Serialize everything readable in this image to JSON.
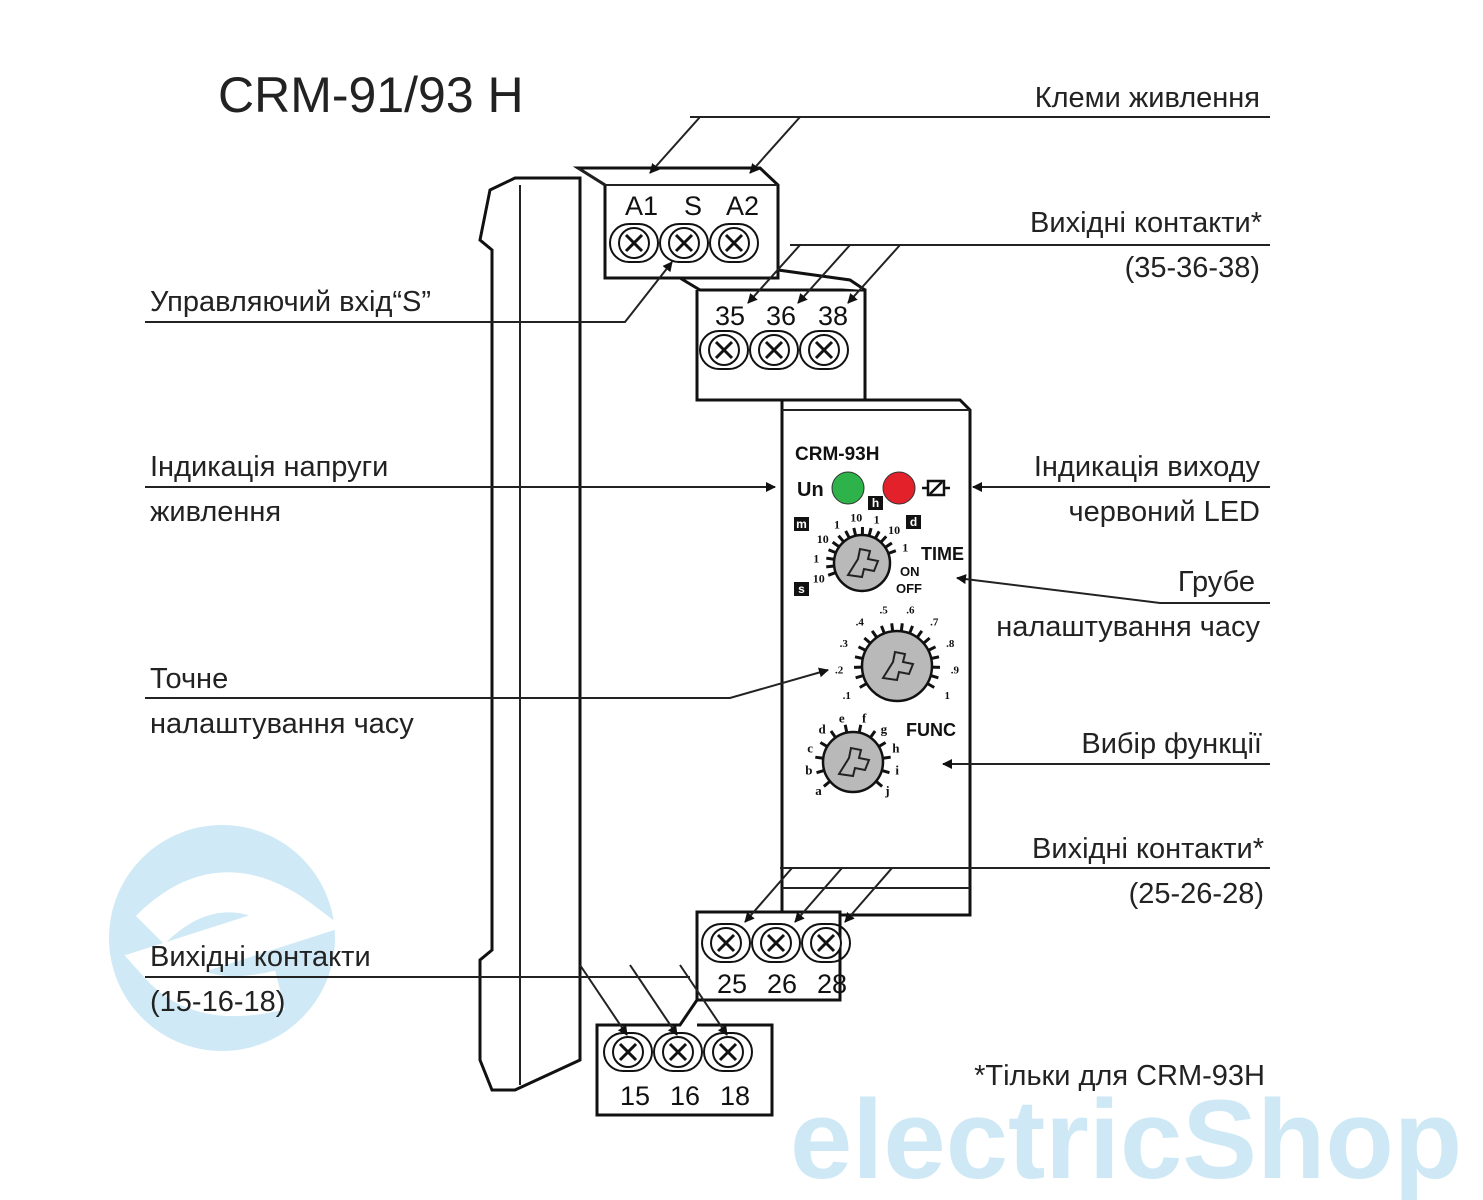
{
  "title": "CRM-91/93 H",
  "labels": {
    "power_terminals": "Клеми живлення",
    "output_contacts_top": "Вихідні контакти*",
    "output_contacts_top_range": "(35-36-38)",
    "control_input": "Управляючий вхід“S”",
    "supply_indication_1": "Індикація напруги",
    "supply_indication_2": "живлення",
    "output_indication_1": "Індикація виходу",
    "output_indication_2": "червоний LED",
    "coarse_time_1": "Грубе",
    "coarse_time_2": "налаштування часу",
    "fine_time_1": "Точне",
    "fine_time_2": "налаштування часу",
    "function_select": "Вибір функції",
    "output_contacts_mid": "Вихідні контакти*",
    "output_contacts_mid_range": "(25-26-28)",
    "output_contacts_bottom": "Вихідні контакти",
    "output_contacts_bottom_range": "(15-16-18)",
    "footnote": "*Тільки для CRM-93H"
  },
  "terminals": {
    "top": [
      "A1",
      "S",
      "A2"
    ],
    "upper": [
      "35",
      "36",
      "38"
    ],
    "middle": [
      "25",
      "26",
      "28"
    ],
    "bottom": [
      "15",
      "16",
      "18"
    ]
  },
  "panel": {
    "model": "CRM-93H",
    "un": "Un",
    "time_label": "TIME",
    "func_label": "FUNC",
    "on": "ON",
    "off": "OFF",
    "units": [
      "m",
      "h",
      "d",
      "s"
    ],
    "coarse_scale": [
      "10",
      "1",
      "10",
      "1",
      "10",
      "1",
      "10",
      "1"
    ],
    "fine_scale": [
      ".1",
      ".2",
      ".3",
      ".4",
      ".5",
      ".6",
      ".7",
      ".8",
      ".9",
      "1"
    ],
    "func_scale": [
      "a",
      "b",
      "c",
      "d",
      "e",
      "f",
      "g",
      "h",
      "i",
      "j"
    ]
  },
  "watermark": "electricShop",
  "colors": {
    "led_green": "#2db34a",
    "led_red": "#e3212b",
    "knob": "#b9b9b9",
    "watermark": "#bfe3f3"
  }
}
